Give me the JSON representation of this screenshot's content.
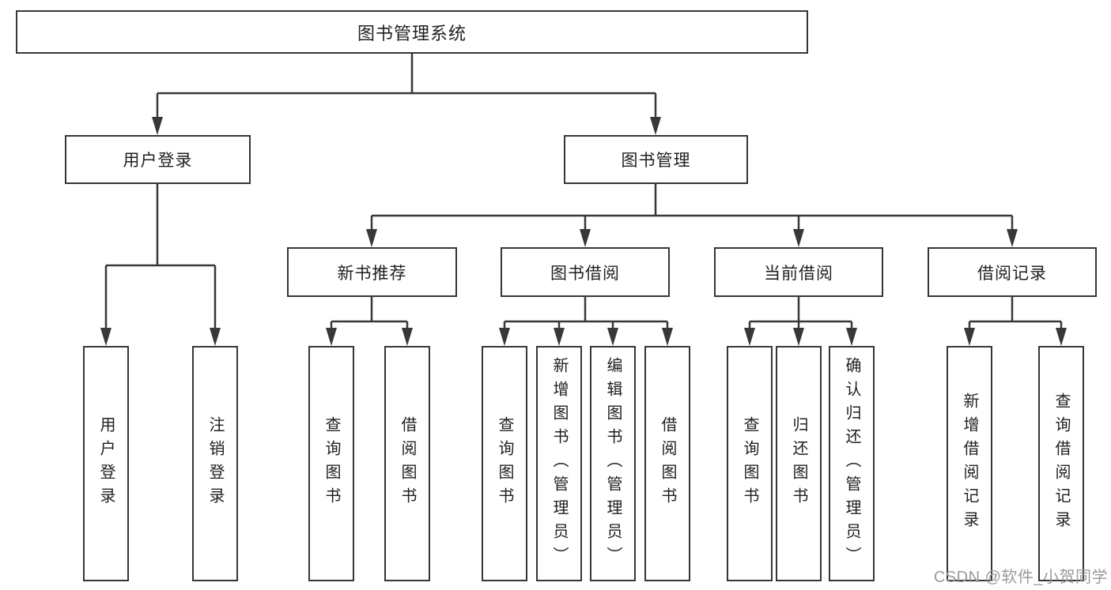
{
  "diagram": {
    "root": {
      "label": "图书管理系统"
    },
    "level2": [
      {
        "label": "用户登录"
      },
      {
        "label": "图书管理"
      }
    ],
    "level3": [
      {
        "label": "新书推荐"
      },
      {
        "label": "图书借阅"
      },
      {
        "label": "当前借阅"
      },
      {
        "label": "借阅记录"
      }
    ],
    "level4": {
      "user_login": [
        "用户登录",
        "注销登录"
      ],
      "new_book": [
        "查询图书",
        "借阅图书"
      ],
      "book_borrow": [
        "查询图书",
        "新增图书（管理员）",
        "编辑图书（管理员）",
        "借阅图书"
      ],
      "current_borrow": [
        "查询图书",
        "归还图书",
        "确认归还（管理员）"
      ],
      "borrow_record": [
        "新增借阅记录",
        "查询借阅记录"
      ]
    }
  },
  "watermark": "CSDN @软件_小贺同学",
  "colors": {
    "line": "#383838",
    "box_border": "#363636",
    "text": "#1f1f1f",
    "background": "#ffffff",
    "watermark": "#9a9a9a"
  }
}
